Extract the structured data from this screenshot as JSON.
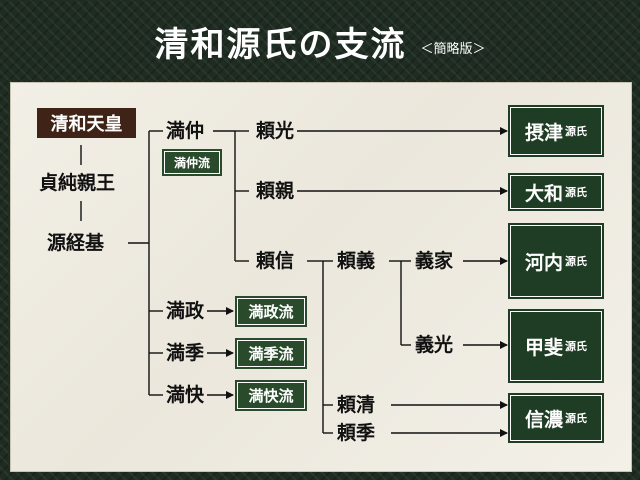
{
  "header": {
    "title": "清和源氏の支流",
    "subtitle": "＜簡略版＞"
  },
  "nodes": {
    "emperor": "清和天皇",
    "sadazumi": "貞純親王",
    "tsunemoto": "源経基",
    "mitsunaka": "満仲",
    "mitsunaka_ryu": "満仲流",
    "yorimitsu": "頼光",
    "yorichika": "頼親",
    "yorinobu": "頼信",
    "yoriyoshi": "頼義",
    "yoshiie": "義家",
    "yoshimitsu": "義光",
    "yorikiyo": "頼清",
    "yorisue": "頼季",
    "mitsumasa": "満政",
    "mitsumasa_ryu": "満政流",
    "mitsusue": "満季",
    "mitsusue_ryu": "満季流",
    "mitsuyoshi": "満快",
    "mitsuyoshi_ryu": "満快流"
  },
  "clans": {
    "suffix": "源氏",
    "settsu": "摂津",
    "yamato": "大和",
    "kawachi": "河内",
    "kai": "甲斐",
    "shinano": "信濃"
  },
  "colors": {
    "background": "#1f2c22",
    "paper": "#f2efe6",
    "emperor_box": "#3e2316",
    "clan_box": "#1f3d24",
    "lines": "#111111"
  }
}
